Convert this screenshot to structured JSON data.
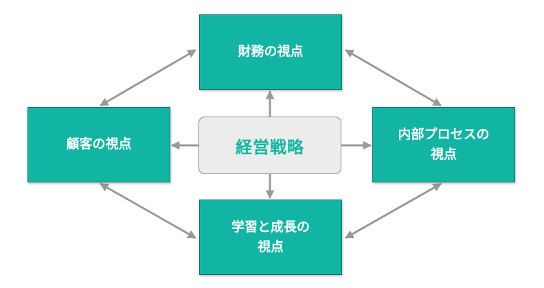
{
  "colors": {
    "perspective_fill": "#12b5a3",
    "perspective_border": "#0f6f66",
    "perspective_text": "#ffffff",
    "strategy_fill": "#ececec",
    "strategy_border": "#8a8a8a",
    "strategy_text": "#12b5a3",
    "arrow": "#999999"
  },
  "center": {
    "label": "経営戦略"
  },
  "perspectives": {
    "finance": "財務の視点",
    "customer": "顧客の視点",
    "internal": "内部プロセスの\n視点",
    "learning": "学習と成長の\n視点"
  },
  "connections": [
    {
      "from": "center",
      "to": "finance",
      "kind": "one-way"
    },
    {
      "from": "center",
      "to": "customer",
      "kind": "one-way"
    },
    {
      "from": "center",
      "to": "internal",
      "kind": "one-way"
    },
    {
      "from": "center",
      "to": "learning",
      "kind": "one-way"
    },
    {
      "from": "finance",
      "to": "customer",
      "kind": "two-way"
    },
    {
      "from": "finance",
      "to": "internal",
      "kind": "two-way"
    },
    {
      "from": "customer",
      "to": "learning",
      "kind": "two-way"
    },
    {
      "from": "internal",
      "to": "learning",
      "kind": "two-way"
    }
  ]
}
